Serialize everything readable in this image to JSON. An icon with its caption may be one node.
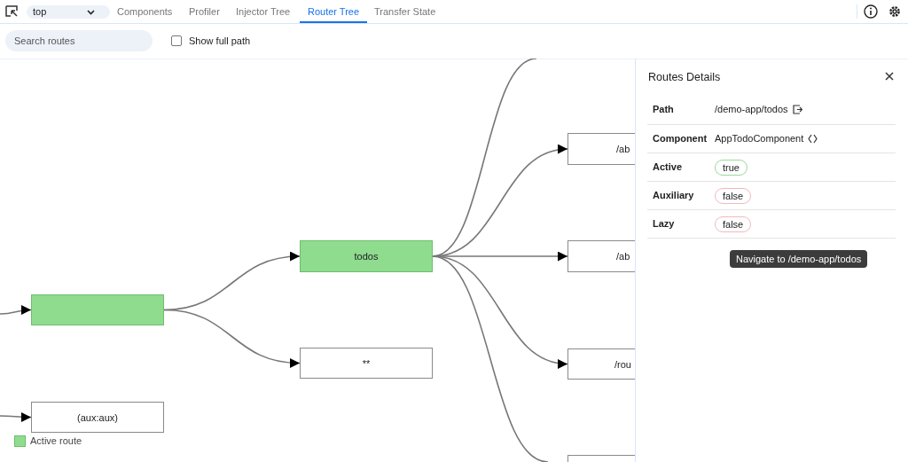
{
  "diagram": {
    "nodes": [
      {
        "text": [],
        "shape": "box"
      },
      {
        "text": [
          "todos"
        ]
      },
      {
        "text": [
          "**"
        ]
      },
      {
        "text": [
          "(aux:aux)"
        ]
      },
      {
        "text": [
          "/ab"
        ]
      },
      {
        "text": [
          "/ab"
        ]
      },
      {
        "text": [
          "/rou"
        ]
      },
      {
        "text": [],
        "shape": "box"
      }
    ],
    "edges": [
      {
        "from": null,
        "to": 0,
        "arrow": "to"
      },
      {
        "from": null,
        "to": 3,
        "arrow": "to"
      },
      {
        "from": 0,
        "to": 1,
        "arrow": "to"
      },
      {
        "from": 0,
        "to": 2,
        "arrow": "to"
      },
      {
        "from": 1,
        "to": null,
        "arrow": "none"
      },
      {
        "from": 1,
        "to": 4,
        "arrow": "to"
      },
      {
        "from": 1,
        "to": 5,
        "arrow": "to"
      },
      {
        "from": 1,
        "to": 6,
        "arrow": "to"
      },
      {
        "from": 1,
        "to": null,
        "arrow": "none"
      }
    ],
    "labels": [
      "top",
      "Components",
      "Profiler",
      "Injector Tree",
      "Router Tree",
      "Transfer State",
      "Search routes",
      "Show full path",
      "Routes Details",
      "Path",
      "/demo-app/todos",
      "Component",
      "AppTodoComponent",
      "Active",
      "true",
      "Auxiliary",
      "false",
      "Lazy",
      "false",
      "Navigate to /demo-app/todos"
    ],
    "legend": [
      {
        "text": "Active route",
        "color": "#8fdc8f"
      }
    ]
  }
}
